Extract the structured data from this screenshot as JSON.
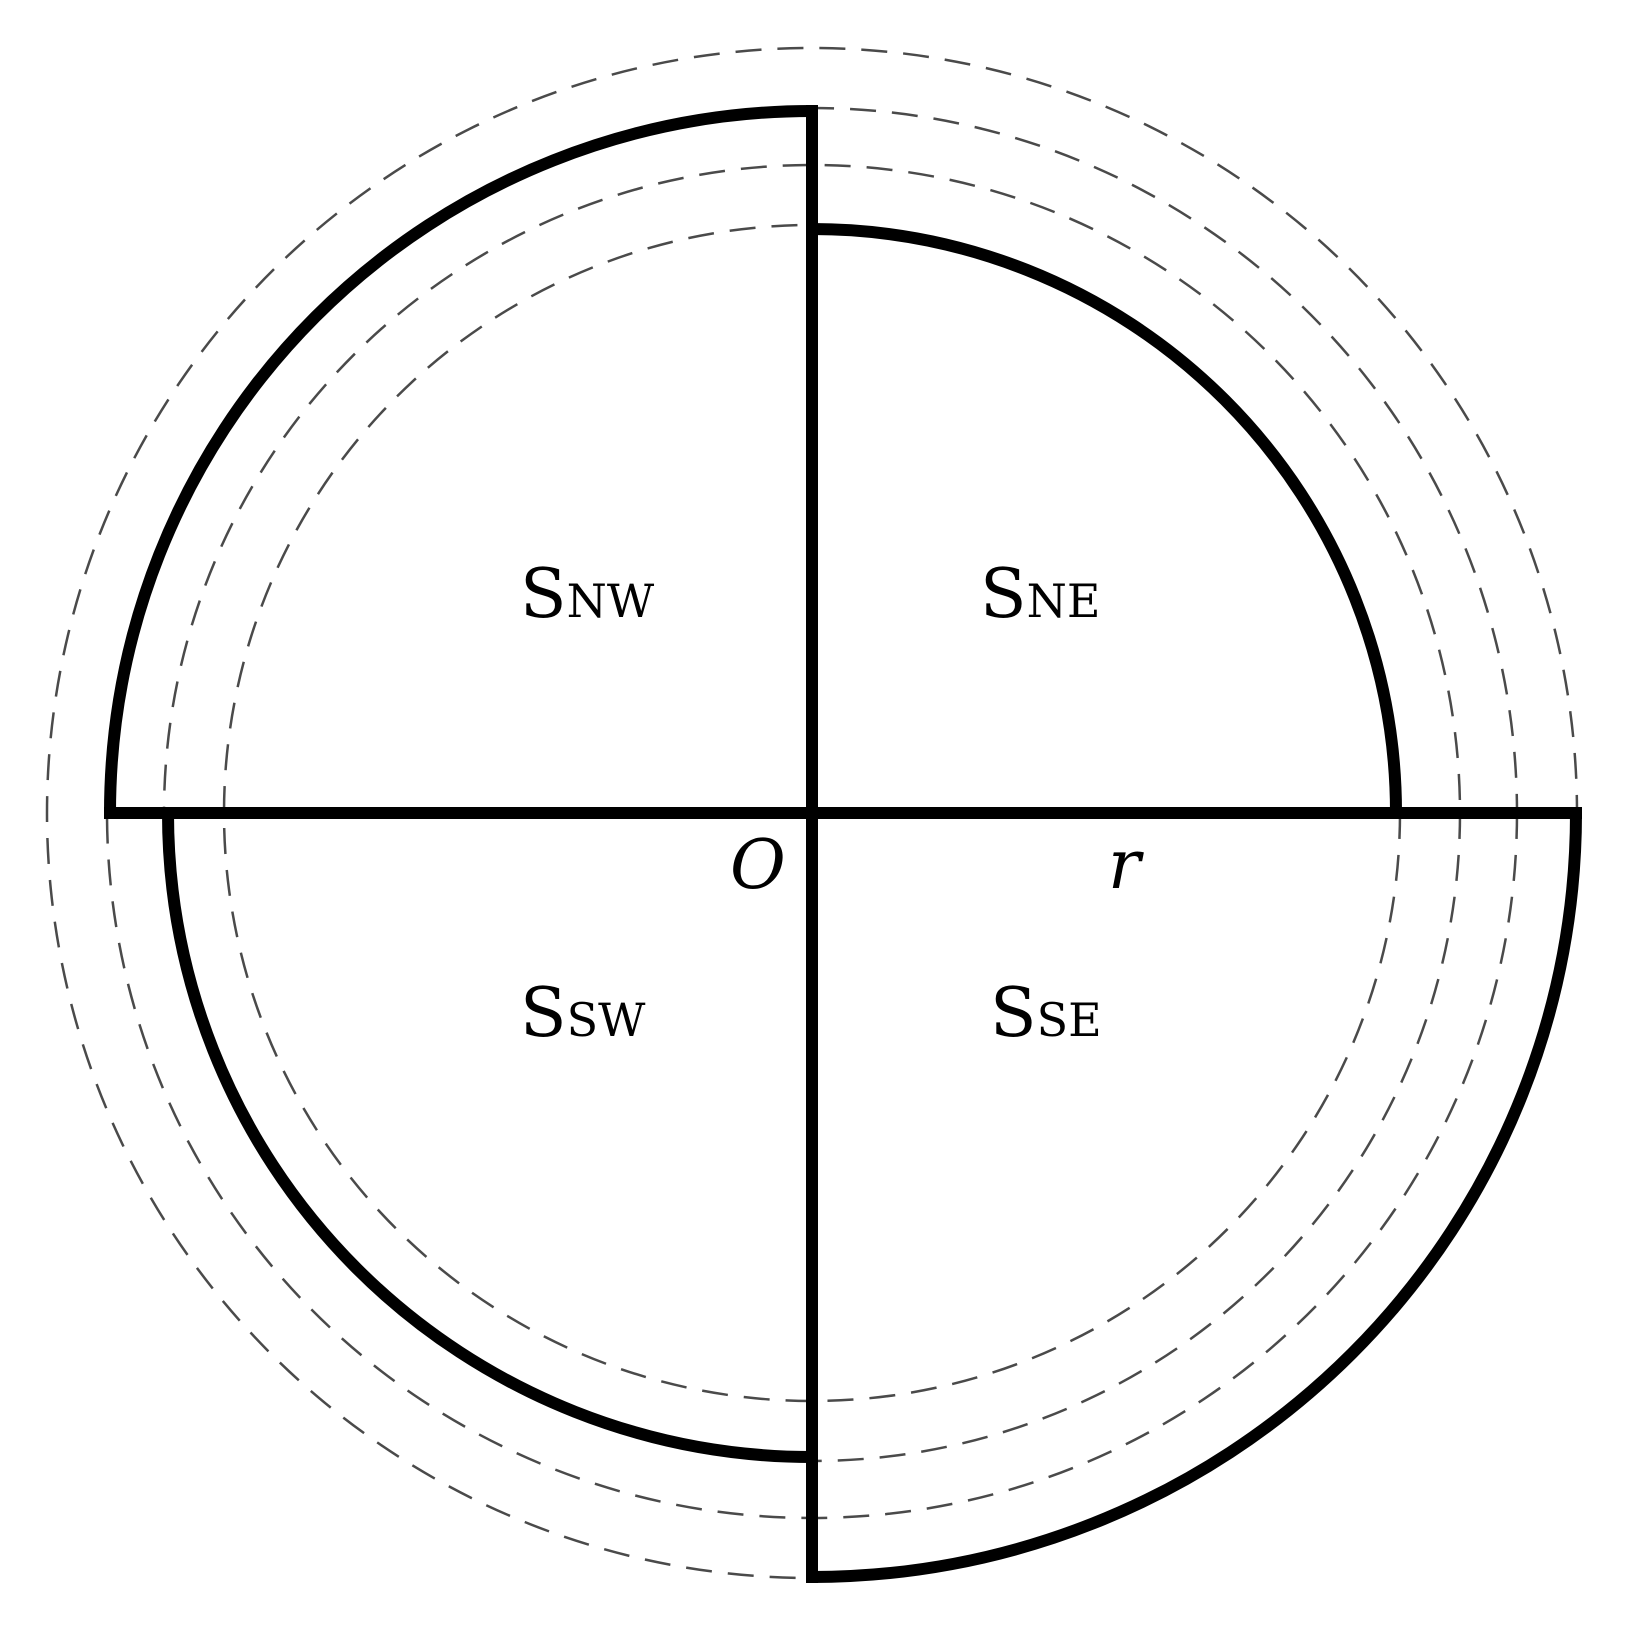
{
  "labels": {
    "nw": {
      "main": "S",
      "sub": "NW"
    },
    "ne": {
      "main": "S",
      "sub": "NE"
    },
    "sw": {
      "main": "S",
      "sub": "SW"
    },
    "se": {
      "main": "S",
      "sub": "SE"
    },
    "origin": "O",
    "radius": "r"
  },
  "colors": {
    "stroke": "#000000",
    "dashed": "#4a4a4a",
    "background": "#ffffff"
  }
}
